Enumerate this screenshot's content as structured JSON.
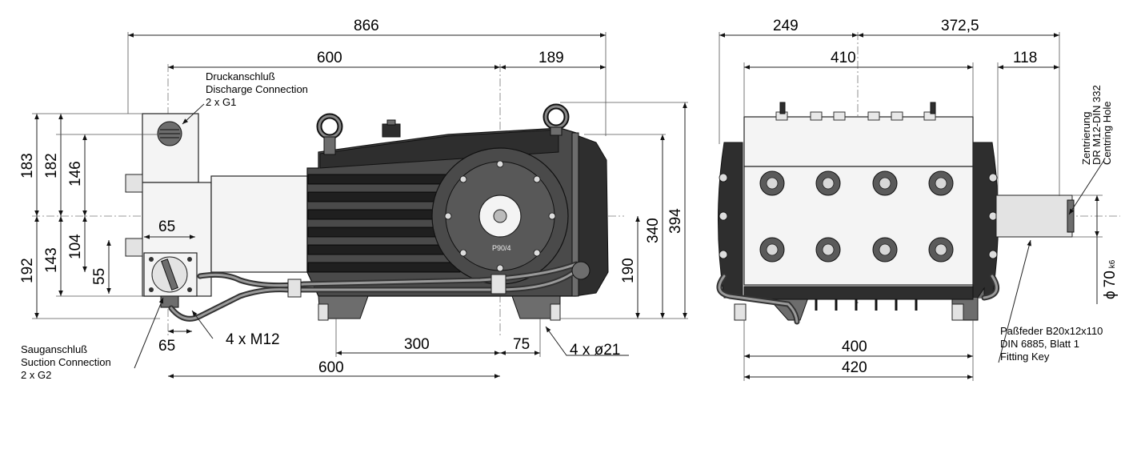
{
  "side_view": {
    "dimensions": {
      "overall_length": "866",
      "top_600": "600",
      "top_189": "189",
      "left_183": "183",
      "left_182": "182",
      "left_146": "146",
      "left_192": "192",
      "left_143": "143",
      "left_104": "104",
      "left_55": "55",
      "suction_65": "65",
      "bottom_65": "65",
      "bottom_300": "300",
      "bottom_75": "75",
      "bottom_600": "600",
      "right_394": "394",
      "right_340": "340",
      "right_190": "190"
    },
    "labels": {
      "bolts": "4 x M12",
      "feet_holes": "4 x ø21",
      "nameplate": "P90/4"
    },
    "discharge_note": [
      "Druckanschluß",
      "Discharge Connection",
      "2 x G1"
    ],
    "suction_note": [
      "Sauganschluß",
      "Suction Connection",
      "2 x G2"
    ]
  },
  "front_view": {
    "dimensions": {
      "top_249": "249",
      "top_372_5": "372,5",
      "top_410": "410",
      "top_118": "118",
      "bottom_400": "400",
      "bottom_420": "420"
    },
    "shaft_diameter": {
      "symbol": "ϕ",
      "value": "70",
      "tolerance": "k6"
    },
    "centring_note": [
      "Zentrierung",
      "DR M12-DIN 332",
      "Centring Hole"
    ],
    "key_note": [
      "Paßfeder B20x12x110",
      "DIN 6885, Blatt 1",
      "Fitting Key"
    ]
  }
}
